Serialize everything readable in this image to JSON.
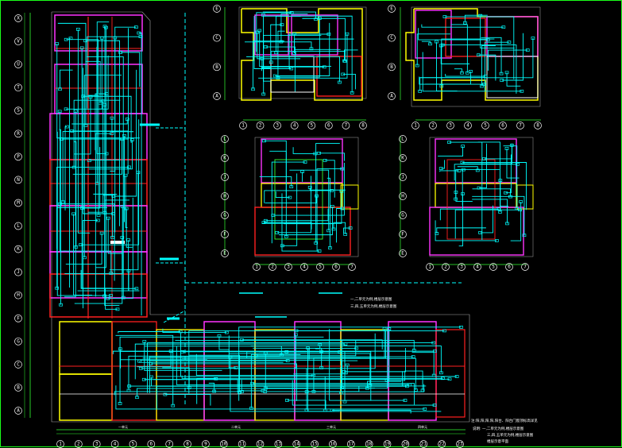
{
  "drawing": {
    "frame_color": "#1aff1a",
    "colors": {
      "wall_magenta": "#ff33ff",
      "wall_red": "#ff2020",
      "wiring_cyan": "#00ffff",
      "wall_yellow": "#ffff00",
      "wall_white": "#ffffff",
      "dim_green": "#33ff33"
    }
  },
  "left_axis": {
    "labels": [
      "X",
      "V",
      "U",
      "T",
      "S",
      "R",
      "P",
      "N",
      "M",
      "L",
      "K",
      "J",
      "H",
      "F",
      "G",
      "C",
      "B",
      "A"
    ]
  },
  "bottom_axis": {
    "labels": [
      "1",
      "2",
      "3",
      "4",
      "5",
      "6",
      "7",
      "8",
      "9",
      "10",
      "11",
      "12",
      "13",
      "14",
      "15",
      "16",
      "17",
      "18",
      "19",
      "20",
      "21",
      "22",
      "23"
    ]
  },
  "plan_top_left": {
    "left_labels": [
      "E",
      "C",
      "B",
      "A"
    ],
    "bottom_labels": [
      "1",
      "2",
      "3",
      "4",
      "5",
      "6",
      "7",
      "8"
    ]
  },
  "plan_top_right": {
    "left_labels": [
      "E",
      "C",
      "B",
      "A"
    ],
    "bottom_labels": [
      "1",
      "2",
      "3",
      "4",
      "5",
      "6",
      "7",
      "8"
    ]
  },
  "plan_mid_left": {
    "left_labels": [
      "L",
      "K",
      "J",
      "H",
      "G",
      "F",
      "E"
    ],
    "bottom_labels": [
      "1",
      "2",
      "3",
      "4",
      "5",
      "6",
      "7"
    ]
  },
  "plan_mid_right": {
    "left_labels": [
      "L",
      "K",
      "J",
      "H",
      "G",
      "F",
      "E"
    ],
    "bottom_labels": [
      "1",
      "2",
      "3",
      "4",
      "5",
      "6",
      "7"
    ]
  },
  "notes": {
    "mid_note_1": "一,二单元为例,楼层示意图",
    "mid_note_2": "三,四,五单元为例,楼层示意图",
    "bottom_note_1": "注:阳,阳,阳,阳,阳台、阳台门窗顶标高详见",
    "bottom_note_2": "说明: 一,二单元为例,楼层示意图",
    "bottom_note_3": "三,四,五单元为例,楼层示意图",
    "bottom_note_4": "楼层示意平面",
    "unit_label_1": "一单元",
    "unit_label_2": "二单元",
    "unit_label_3": "三单元",
    "unit_label_4": "四单元"
  }
}
